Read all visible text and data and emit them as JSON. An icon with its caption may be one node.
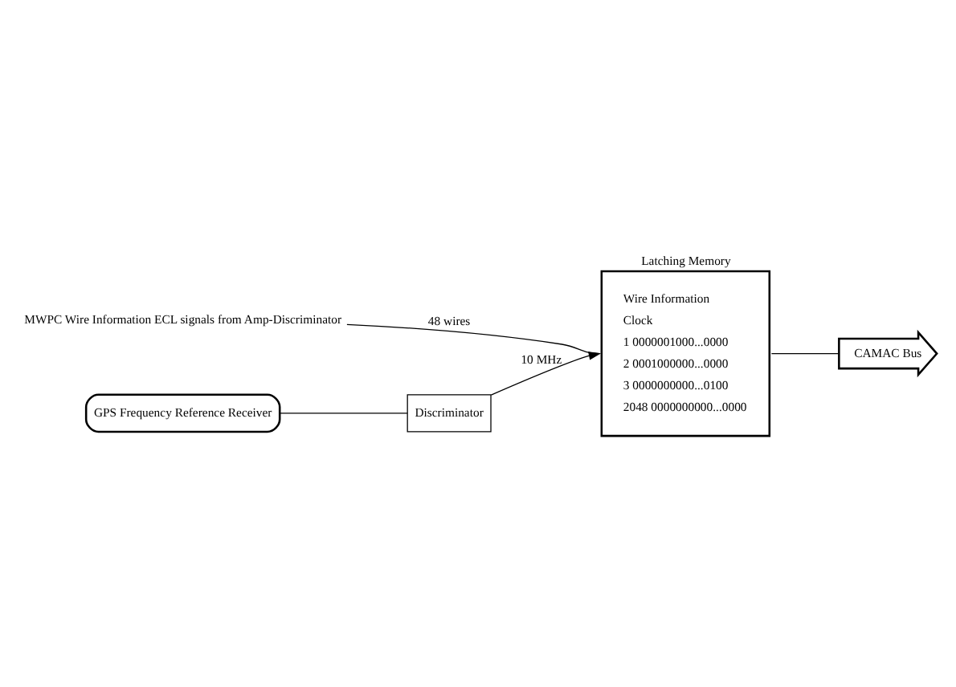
{
  "diagram": {
    "nodes": [
      {
        "text": [
          "Latching Memory",
          "Wire Information",
          "Clock",
          "1 0000001000...0000",
          "2 0001000000...0000",
          "3 0000000000...0100",
          "2048 0000000000...0000"
        ]
      },
      {
        "text": [
          "MWPC Wire Information ECL signals from Amp-Discriminator"
        ]
      },
      {
        "text": [
          "CAMAC Bus"
        ]
      },
      {
        "text": [
          "GPS Frequency Reference Receiver"
        ]
      },
      {
        "text": [
          "Discriminator"
        ]
      }
    ],
    "edges": [
      {
        "from": 1,
        "to": 0,
        "arrow": "none",
        "label": "48 wires"
      },
      {
        "from": 0,
        "to": 2,
        "arrow": "none"
      },
      {
        "from": 3,
        "to": 4,
        "arrow": "none"
      },
      {
        "from": 4,
        "to": 0,
        "arrow": "to",
        "label": "10 MHz"
      }
    ]
  }
}
